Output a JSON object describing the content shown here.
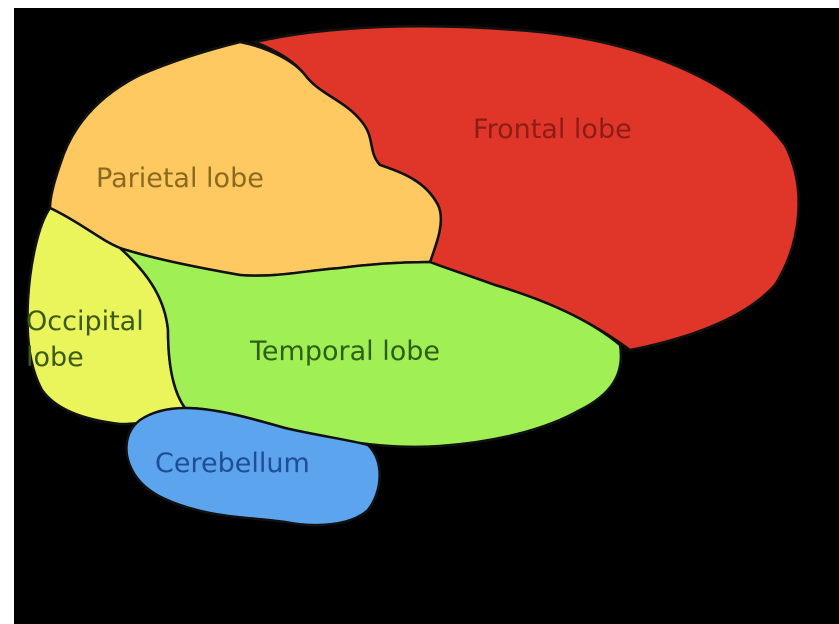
{
  "colors": {
    "background": "#000000",
    "frontal": "#E0362A",
    "parietal": "#FFC961",
    "occipital": "#EAF55C",
    "temporal": "#A0EF55",
    "cerebellum": "#5CA4EE",
    "label_frontal": "#8E1C16",
    "label_parietal": "#8A6A1E",
    "label_occipital": "#3C5A14",
    "label_temporal": "#2F5E16",
    "label_cerebellum": "#1F4E95"
  },
  "regions": {
    "frontal": {
      "label": "Frontal lobe"
    },
    "parietal": {
      "label": "Parietal lobe"
    },
    "occipital": {
      "label_line1": "Occipital",
      "label_line2": "lobe"
    },
    "temporal": {
      "label": "Temporal lobe"
    },
    "cerebellum": {
      "label": "Cerebellum"
    }
  }
}
